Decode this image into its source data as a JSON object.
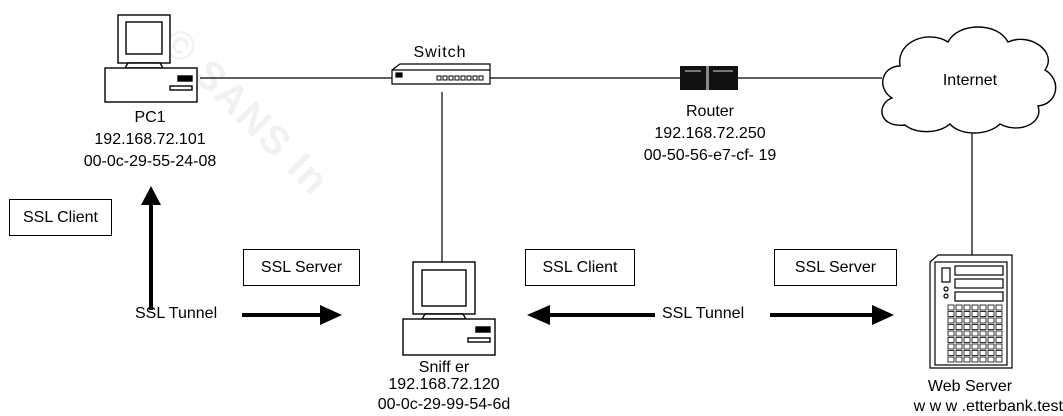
{
  "watermark": "© SANS In",
  "devices": {
    "pc1": {
      "name": "PC1",
      "ip": "192.168.72.101",
      "mac": "00-0c-29-55-24-08",
      "icon": "desktop-computer-icon"
    },
    "switch": {
      "name": "Switch",
      "icon": "network-switch-icon"
    },
    "router": {
      "name": "Router",
      "ip": "192.168.72.250",
      "mac": "00-50-56-e7-cf- 19",
      "icon": "router-icon"
    },
    "internet": {
      "name": "Internet",
      "icon": "cloud-icon"
    },
    "sniffer": {
      "name": "Sniff er",
      "ip": "192.168.72.120",
      "mac": "00-0c-29-99-54-6d",
      "icon": "desktop-computer-icon"
    },
    "web_server": {
      "name": "Web Server",
      "host": "w w w .etterbank.test",
      "icon": "tower-server-icon"
    }
  },
  "roles": {
    "pc1_side": "SSL Client",
    "sniffer_server": "SSL Server",
    "sniffer_client": "SSL Client",
    "web_server_side": "SSL Server"
  },
  "tunnels": {
    "left": "SSL Tunnel",
    "right": "SSL Tunnel"
  },
  "colors": {
    "line": "#000000",
    "background": "#ffffff",
    "screen": "#ffffff",
    "device_fill": "#e6e6e6"
  }
}
